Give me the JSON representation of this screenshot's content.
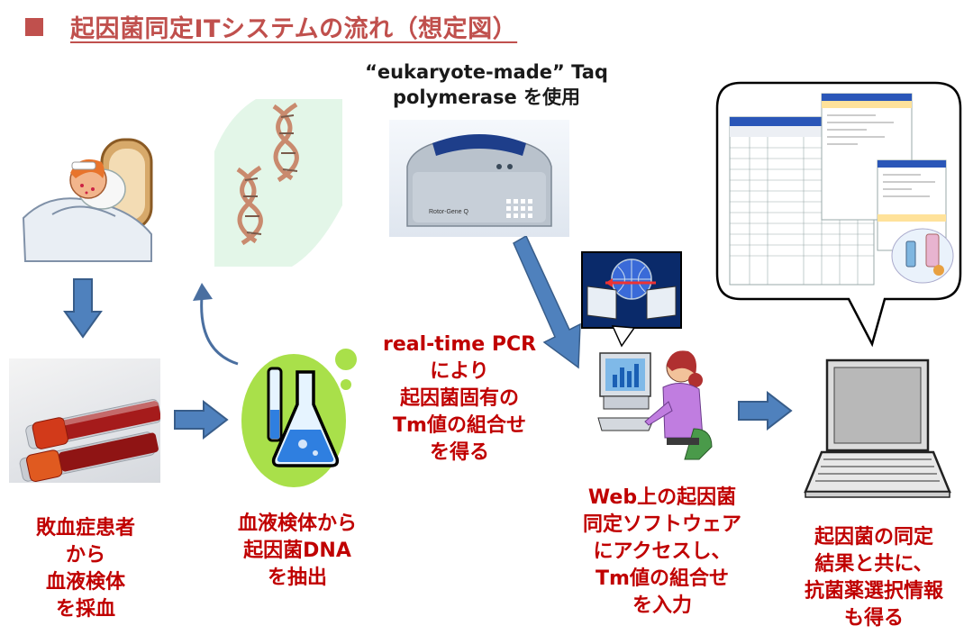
{
  "title": "起因菌同定ITシステムの流れ（想定図）",
  "colors": {
    "title": "#c0504d",
    "label": "#c00000",
    "arrow_fill": "#4f81bd",
    "arrow_stroke": "#385d8a"
  },
  "icons": [
    "sick-patient-icon",
    "dna-helix-icon",
    "pcr-machine-icon",
    "lab-flask-icon",
    "blood-tube-icon",
    "network-computer-icon",
    "person-at-computer-icon",
    "laptop-icon",
    "software-screenshot-icon"
  ],
  "pcr_header": {
    "line1": "“eukaryote-made” Taq",
    "line2": "polymerase を使用"
  },
  "pcr_machine_brand": "Rotor-Gene Q",
  "steps": {
    "patient": {
      "line1": "敗血症患者",
      "line2": "から",
      "line3": "血液検体",
      "line4": "を採血"
    },
    "extract": {
      "line1": "血液検体から",
      "line2": "起因菌DNA",
      "line3": "を抽出"
    },
    "pcr": {
      "line1": "real-time PCR",
      "line2": "により",
      "line3": "起因菌固有の",
      "line4": "Tm値の組合せ",
      "line5": "を得る"
    },
    "web": {
      "line1": "Web上の起因菌",
      "line2": "同定ソフトウェア",
      "line3": "にアクセスし、",
      "line4": "Tm値の組合せ",
      "line5": "を入力"
    },
    "result": {
      "line1": "起因菌の同定",
      "line2": "結果と共に、",
      "line3": "抗菌薬選択情報",
      "line4": "も得る"
    }
  }
}
